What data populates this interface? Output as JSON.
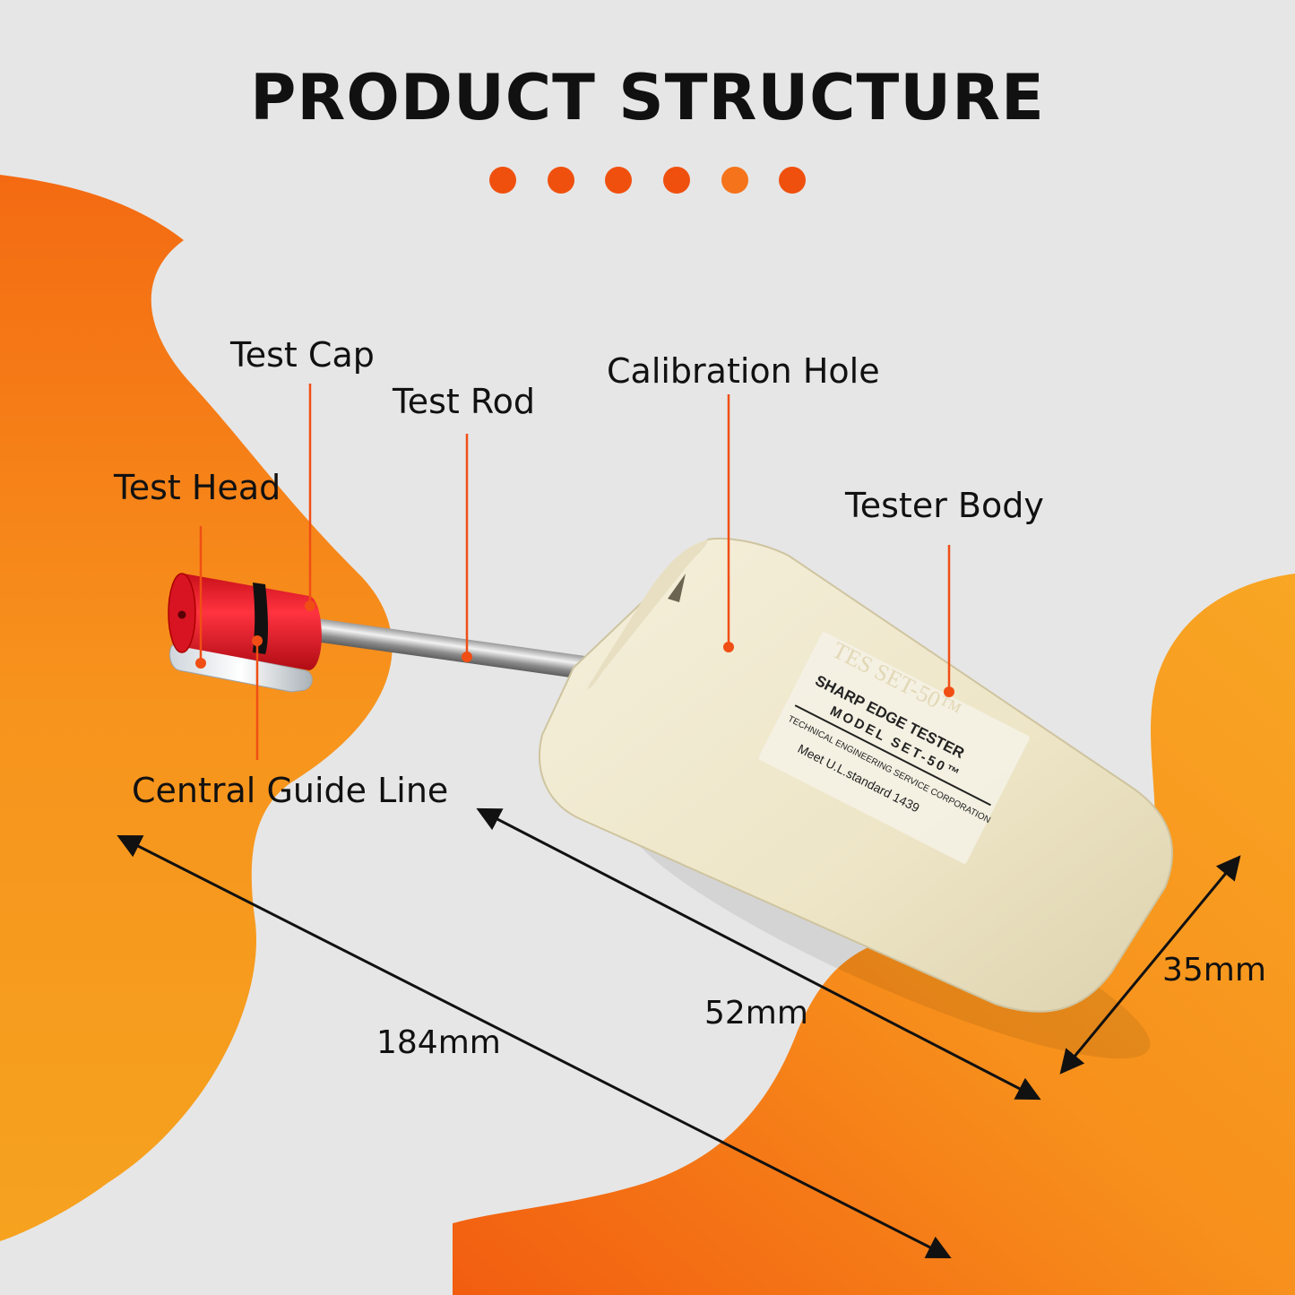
{
  "title": "PRODUCT STRUCTURE",
  "decor": {
    "dots": [
      "#f0500e",
      "#f0500e",
      "#f0500e",
      "#f0500e",
      "#f5731a",
      "#f0500e"
    ],
    "accent": "#f7941d",
    "leader_color": "#f04e14",
    "background": "#e6e6e6"
  },
  "labels": {
    "test_cap": "Test Cap",
    "test_rod": "Test Rod",
    "calibration_hole": "Calibration Hole",
    "test_head": "Test Head",
    "tester_body": "Tester Body",
    "central_guide_line": "Central Guide Line"
  },
  "dimensions": {
    "total_length": "184mm",
    "body_length": "52mm",
    "body_width": "35mm"
  },
  "device_print": {
    "embossed": "TES SET-50™",
    "line1": "SHARP EDGE TESTER",
    "line2": "MODEL SET-50™",
    "line3": "TECHNICAL ENGINEERING SERVICE CORPORATION",
    "line4": "Meet U.L.standard 1439"
  }
}
